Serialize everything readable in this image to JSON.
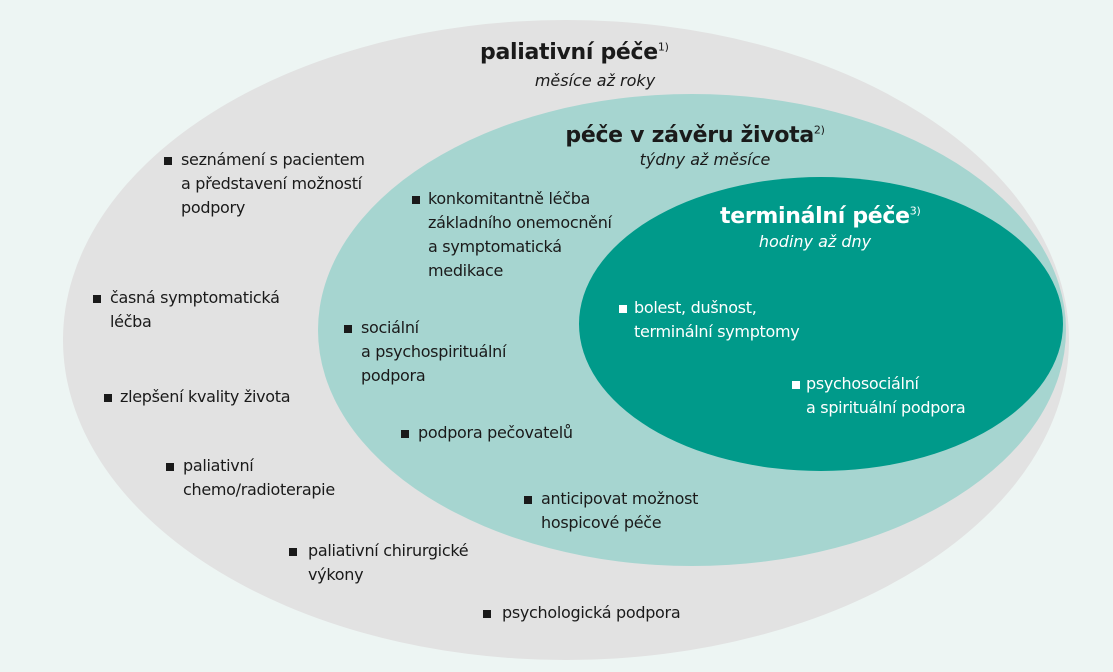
{
  "colors": {
    "outer": "#e2e2e2",
    "middle": "#a6d5d0",
    "inner": "#009a8a",
    "background": "#edf5f3"
  },
  "outer": {
    "title": "paliativní péče",
    "sup": "1)",
    "subtitle": "měsíce až roky",
    "items": [
      "seznámení s pacientem\na představení možností\npodpory",
      "časná symptomatická\nléčba",
      "zlepšení kvality života",
      "paliativní\nchemo/radioterapie",
      "paliativní chirurgické\nvýkony",
      "psychologická podpora"
    ]
  },
  "middle": {
    "title": "péče v závěru života",
    "sup": "2)",
    "subtitle": "týdny až měsíce",
    "items": [
      "konkomitantně léčba\nzákladního onemocnění\na symptomatická\nmedikace",
      "sociální\na psychospirituální\npodpora",
      "podpora pečovatelů",
      "anticipovat možnost\nhospicové péče"
    ]
  },
  "inner": {
    "title": "terminální péče",
    "sup": "3)",
    "subtitle": "hodiny až dny",
    "items": [
      "bolest, dušnost,\nterminální symptomy",
      "psychosociální\na spirituální podpora"
    ]
  }
}
